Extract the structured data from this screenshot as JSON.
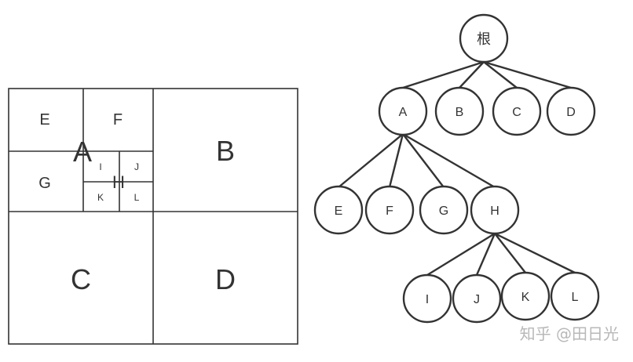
{
  "quadtree_diagram": {
    "regions": {
      "E": "E",
      "F": "F",
      "A": "A",
      "G": "G",
      "I": "I",
      "J": "J",
      "K": "K",
      "L": "L",
      "H": "H",
      "B": "B",
      "C": "C",
      "D": "D"
    }
  },
  "tree_diagram": {
    "root": "根",
    "level1": [
      "A",
      "B",
      "C",
      "D"
    ],
    "level2": [
      "E",
      "F",
      "G",
      "H"
    ],
    "level3": [
      "I",
      "J",
      "K",
      "L"
    ]
  },
  "watermark": "知乎 @田日光"
}
